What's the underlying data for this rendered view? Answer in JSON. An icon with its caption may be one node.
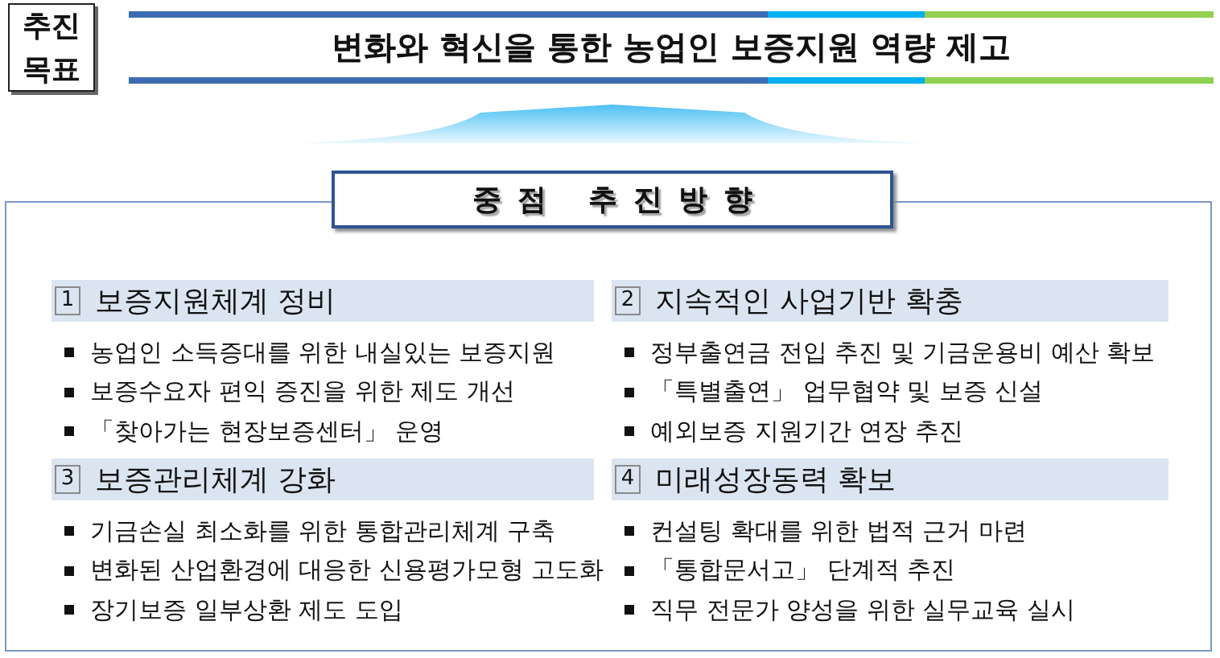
{
  "diagram": {
    "nodes": [
      {
        "text": [
          "추진 목표"
        ]
      },
      {
        "text": [
          "변화와 혁신을 통한 농업인 보증지원 역량 제고"
        ]
      },
      {
        "text": [
          "중점 추진방향"
        ]
      },
      {
        "text": [],
        "shape": "box"
      },
      {
        "text": [
          "1",
          "보증지원체계 정비",
          "농업인 소득증대를 위한 내실있는 보증지원",
          "보증수요자 편익 증진을 위한 제도 개선",
          "「찾아가는 현장보증센터」 운영"
        ],
        "in": 3
      },
      {
        "text": [
          "2",
          "지속적인 사업기반 확충",
          "정부출연금 전입 추진 및 기금운용비 예산 확보",
          "「특별출연」 업무협약 및 보증 신설",
          "예외보증 지원기간 연장 추진"
        ],
        "in": 3
      },
      {
        "text": [
          "3",
          "보증관리체계 강화",
          "기금손실 최소화를 위한 통합관리체계 구축",
          "변화된 산업환경에 대응한 신용평가모형 고도화",
          "장기보증 일부상환 제도 도입"
        ],
        "in": 3
      },
      {
        "text": [
          "4",
          "미래성장동력 확보",
          "컨설팅 확대를 위한 법적 근거 마련",
          "「통합문서고」 단계적 추진",
          "직무 전문가 양성을 위한 실무교육 실시"
        ],
        "in": 3
      }
    ],
    "edges": [
      {
        "from": 1,
        "to": 2,
        "arrow": "both"
      }
    ]
  }
}
